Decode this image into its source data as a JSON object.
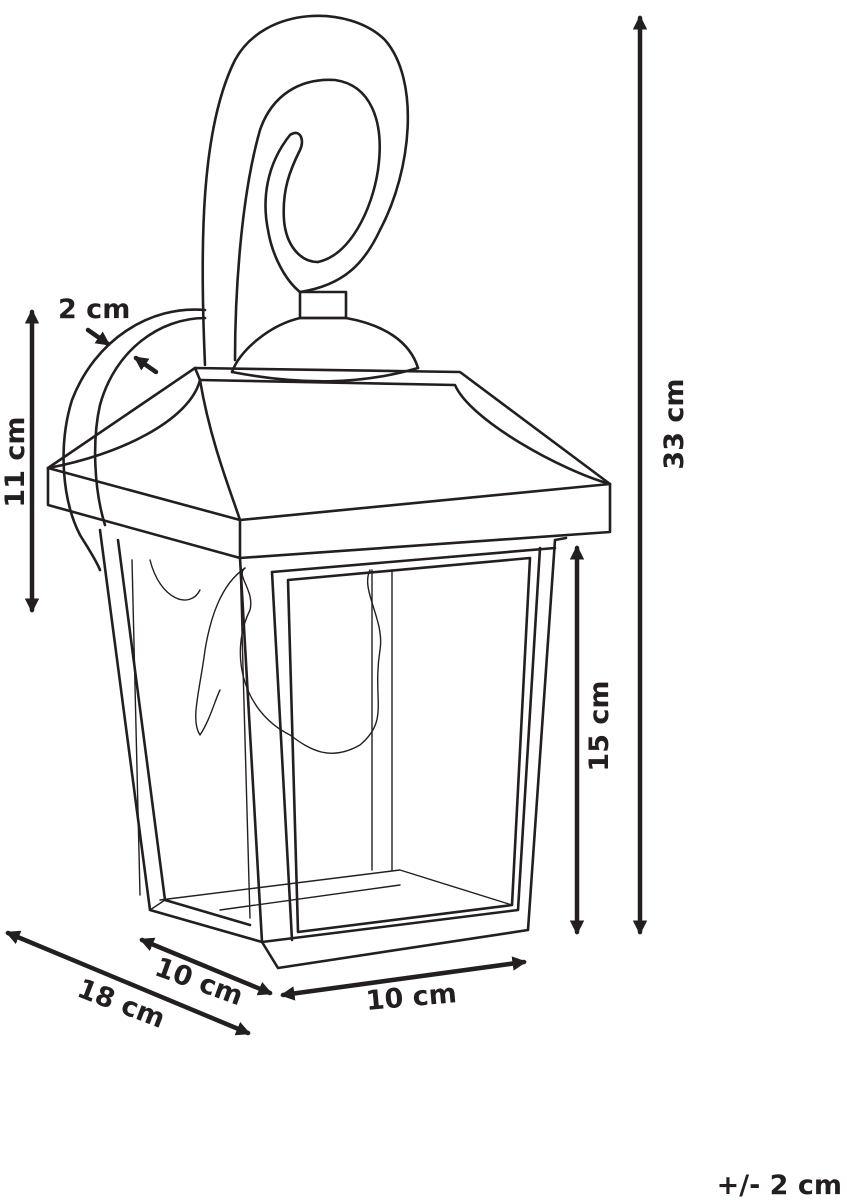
{
  "dimensions": {
    "wall_plate_depth": "2 cm",
    "wall_plate_height": "11 cm",
    "total_height": "33 cm",
    "glass_height": "15 cm",
    "side_width": "10 cm",
    "front_width": "10 cm",
    "total_depth": "18 cm",
    "tolerance": "+/- 2 cm"
  },
  "colors": {
    "ink": "#231f20",
    "background": "#ffffff"
  }
}
